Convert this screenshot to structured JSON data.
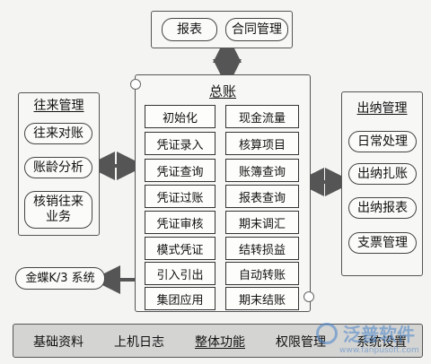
{
  "top": {
    "items": [
      "报表",
      "合同管理"
    ]
  },
  "center": {
    "title": "总账",
    "left_col": [
      "初始化",
      "凭证录入",
      "凭证查询",
      "凭证过账",
      "凭证审核",
      "模式凭证",
      "引入引出",
      "集团应用"
    ],
    "right_col": [
      "现金流量",
      "核算项目",
      "账簿查询",
      "报表查询",
      "期末调汇",
      "结转损益",
      "自动转账",
      "期末结账"
    ]
  },
  "left_panel": {
    "title": "往来管理",
    "items": [
      "往来对账",
      "账龄分析"
    ],
    "item3_line1": "核销往来",
    "item3_line2": "业务"
  },
  "right_panel": {
    "title": "出纳管理",
    "items": [
      "日常处理",
      "出纳扎账",
      "出纳报表",
      "支票管理"
    ]
  },
  "external": {
    "label": "金蝶K/3 系统"
  },
  "bottom": {
    "items": [
      "基础资料",
      "上机日志",
      "整体功能",
      "权限管理",
      "系统设置"
    ]
  },
  "watermark": {
    "brand": "泛普软件",
    "url": "www.fanpusoft.com"
  }
}
